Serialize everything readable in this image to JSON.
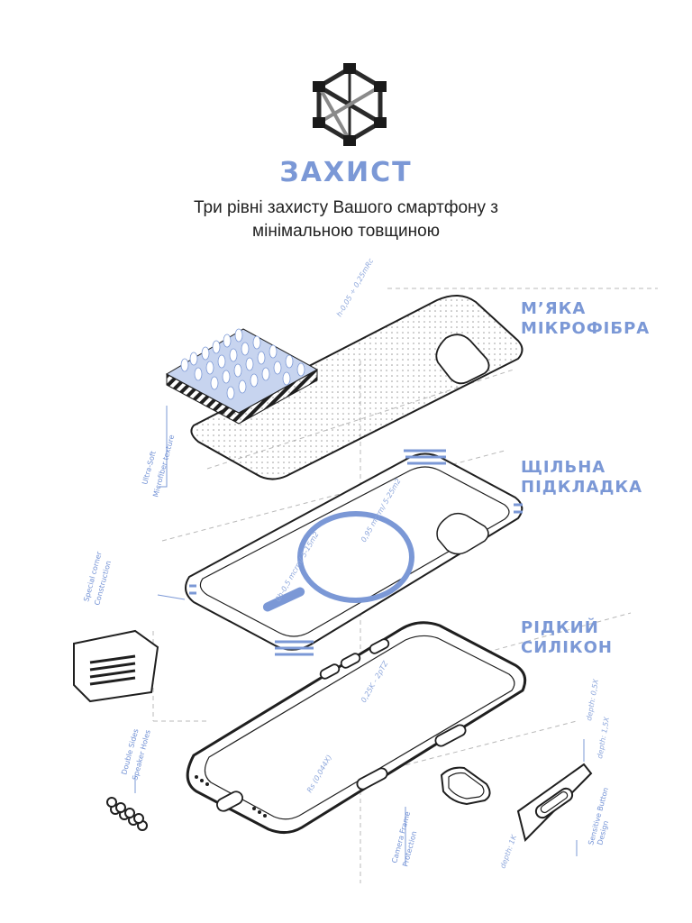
{
  "header": {
    "title": "ЗАХИСТ",
    "subtitle_line1": "Три рівні захисту Вашого смартфону з",
    "subtitle_line2": "мінімальною товщиною"
  },
  "layers": [
    {
      "line1": "М’ЯКА",
      "line2": "МІКРОФІБРА"
    },
    {
      "line1": "ЩІЛЬНА",
      "line2": "ПІДКЛАДКА"
    },
    {
      "line1": "РІДКИЙ",
      "line2": "СИЛІКОН"
    }
  ],
  "callouts": {
    "microfiber_a": "Ultra-Soft",
    "microfiber_b": "Microfiber texture",
    "corner_a": "Special corner",
    "corner_b": "Construction",
    "speaker_a": "Double Sides",
    "speaker_b": "Speaker Holes",
    "camera_a": "Camera Frame",
    "camera_b": "Protection",
    "button_a": "Sensitive Button",
    "button_b": "Design"
  },
  "dimensions": {
    "fiber": "h-0,05 ÷ 0,25mRc",
    "pad_outer": "0,95 mcrm/ 5-25m2",
    "pad_inner": "0h-0,5 mcrm/ 5-15m2",
    "silicone_wall": "0,25K - 2pTZ",
    "silicone_base": "Rs (0,044X)",
    "button_depth_top": "depth: 0,5X",
    "button_depth_mid": "depth: 1,5X",
    "button_depth_low": "depth: 1K"
  },
  "colors": {
    "accent": "#7b98d6",
    "line": "#1f1f1f",
    "dim_line": "#a9a9a9"
  }
}
